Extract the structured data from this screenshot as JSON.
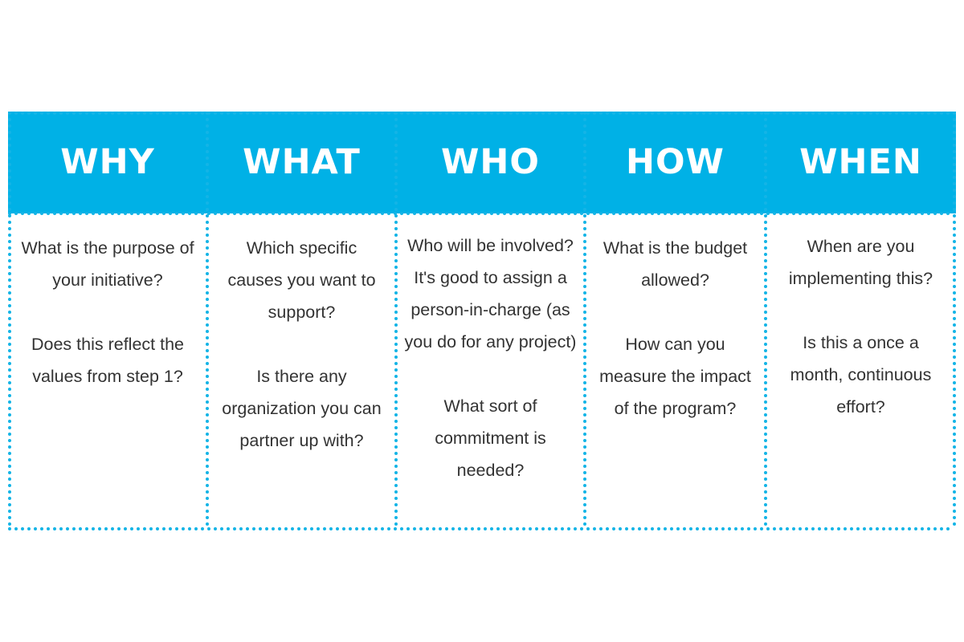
{
  "columns": [
    {
      "title": "WHY",
      "paragraphs": [
        "What is the purpose of your initiative?",
        "Does this reflect the values from step 1?"
      ]
    },
    {
      "title": "WHAT",
      "paragraphs": [
        "Which specific causes you want to support?",
        "Is there any organization you can partner up with?"
      ]
    },
    {
      "title": "WHO",
      "paragraphs": [
        "Who will be involved? It's good to assign a person-in-charge (as you do for any project)",
        "What sort of commitment is needed?"
      ]
    },
    {
      "title": "HOW",
      "paragraphs": [
        "What is the budget allowed?",
        "How can you measure the impact of the program?"
      ]
    },
    {
      "title": "WHEN",
      "paragraphs": [
        "When are you implementing this?",
        "Is this a once a month, continuous effort?"
      ]
    }
  ],
  "colors": {
    "header": "#00b1e6",
    "dots": "#14b4e6",
    "header_text": "#ffffff",
    "body_text": "#333333"
  }
}
